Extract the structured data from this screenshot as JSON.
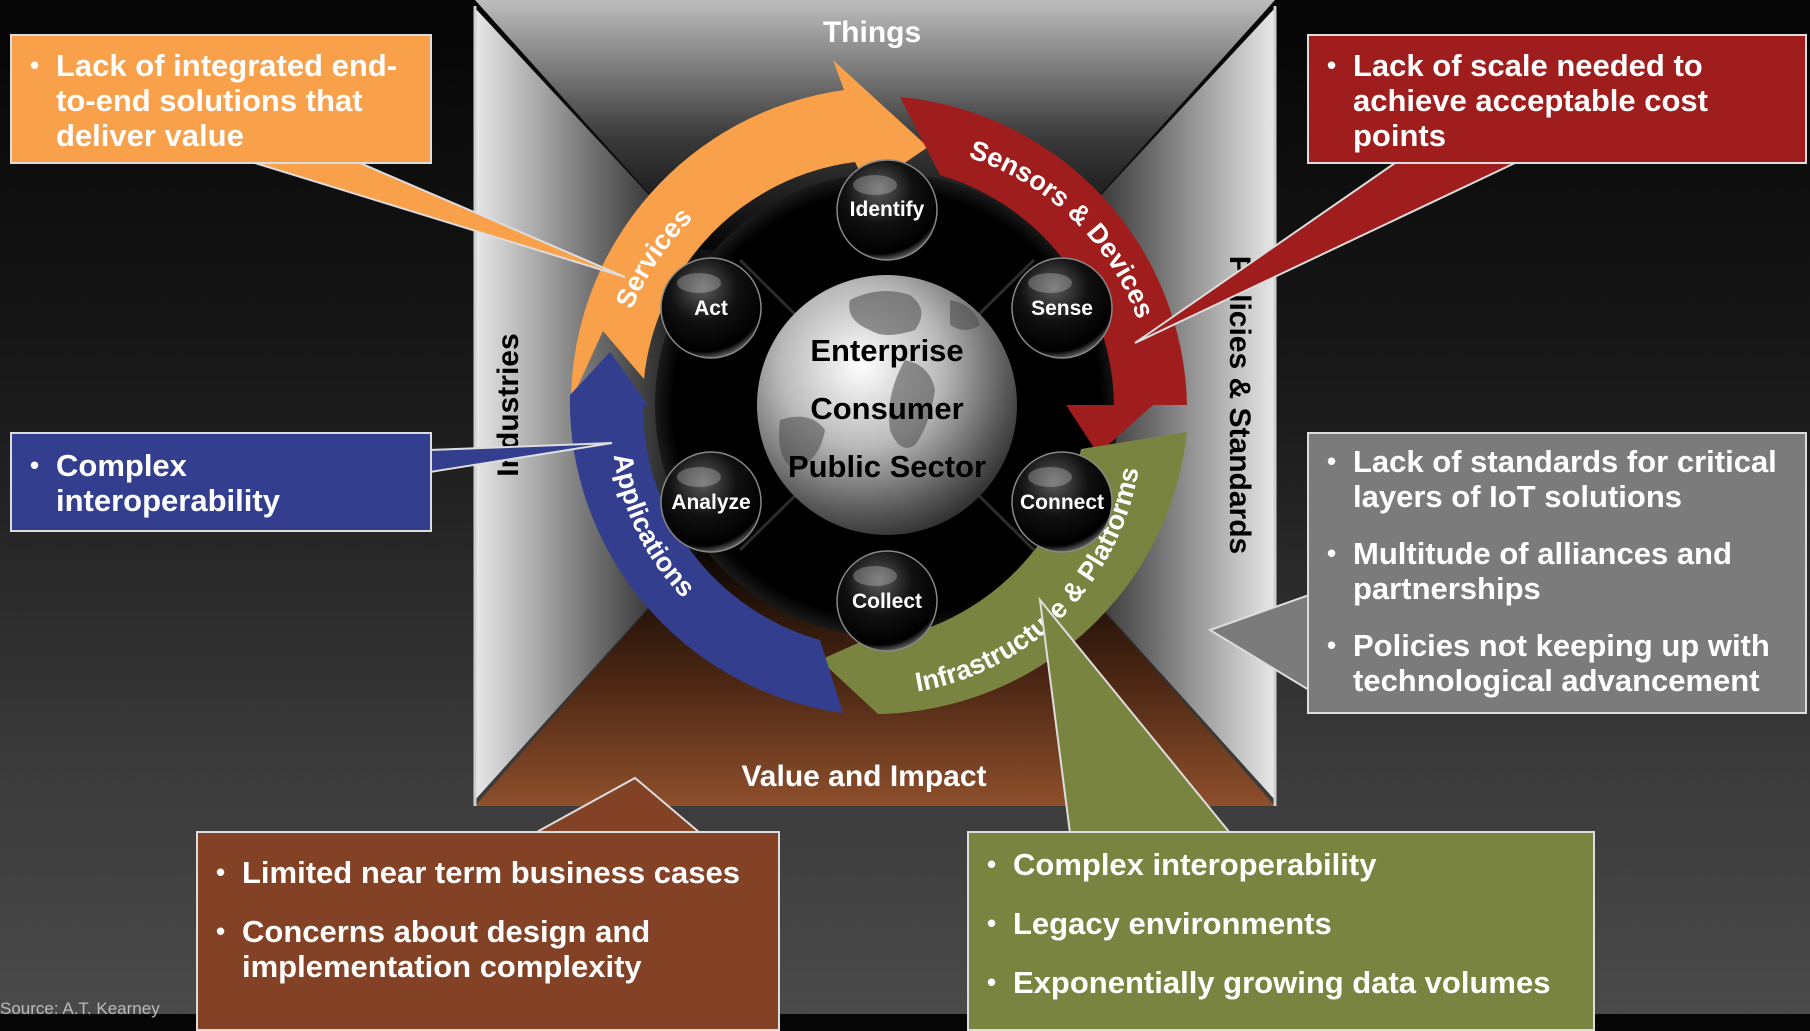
{
  "frame": {
    "top": "Things",
    "bottom": "Value and Impact",
    "left": "Industries",
    "right": "Policies & Standards"
  },
  "globe": {
    "lines": [
      "Enterprise",
      "Consumer",
      "Public Sector"
    ]
  },
  "ring_segments": [
    {
      "label": "Services",
      "color": "#F8A04A"
    },
    {
      "label": "Sensors & Devices",
      "color": "#A01D1D"
    },
    {
      "label": "Infrastructure & Platforms",
      "color": "#7A8441"
    },
    {
      "label": "Applications",
      "color": "#333F8E"
    }
  ],
  "nodes": [
    "Identify",
    "Sense",
    "Connect",
    "Collect",
    "Analyze",
    "Act"
  ],
  "callouts": {
    "services": [
      "Lack of integrated end-to-end solutions that deliver value"
    ],
    "sensors": [
      "Lack of scale needed to achieve acceptable cost points"
    ],
    "applications": [
      "Complex interoperability"
    ],
    "policies": [
      "Lack of standards for critical layers of IoT solutions",
      "Multitude of alliances and partnerships",
      "Policies not keeping up with technological advancement"
    ],
    "value": [
      "Limited near term business cases",
      "Concerns about design and implementation complexity"
    ],
    "infrastructure": [
      "Complex interoperability",
      "Legacy environments",
      "Exponentially growing data volumes"
    ]
  },
  "source": "Source: A.T. Kearney"
}
